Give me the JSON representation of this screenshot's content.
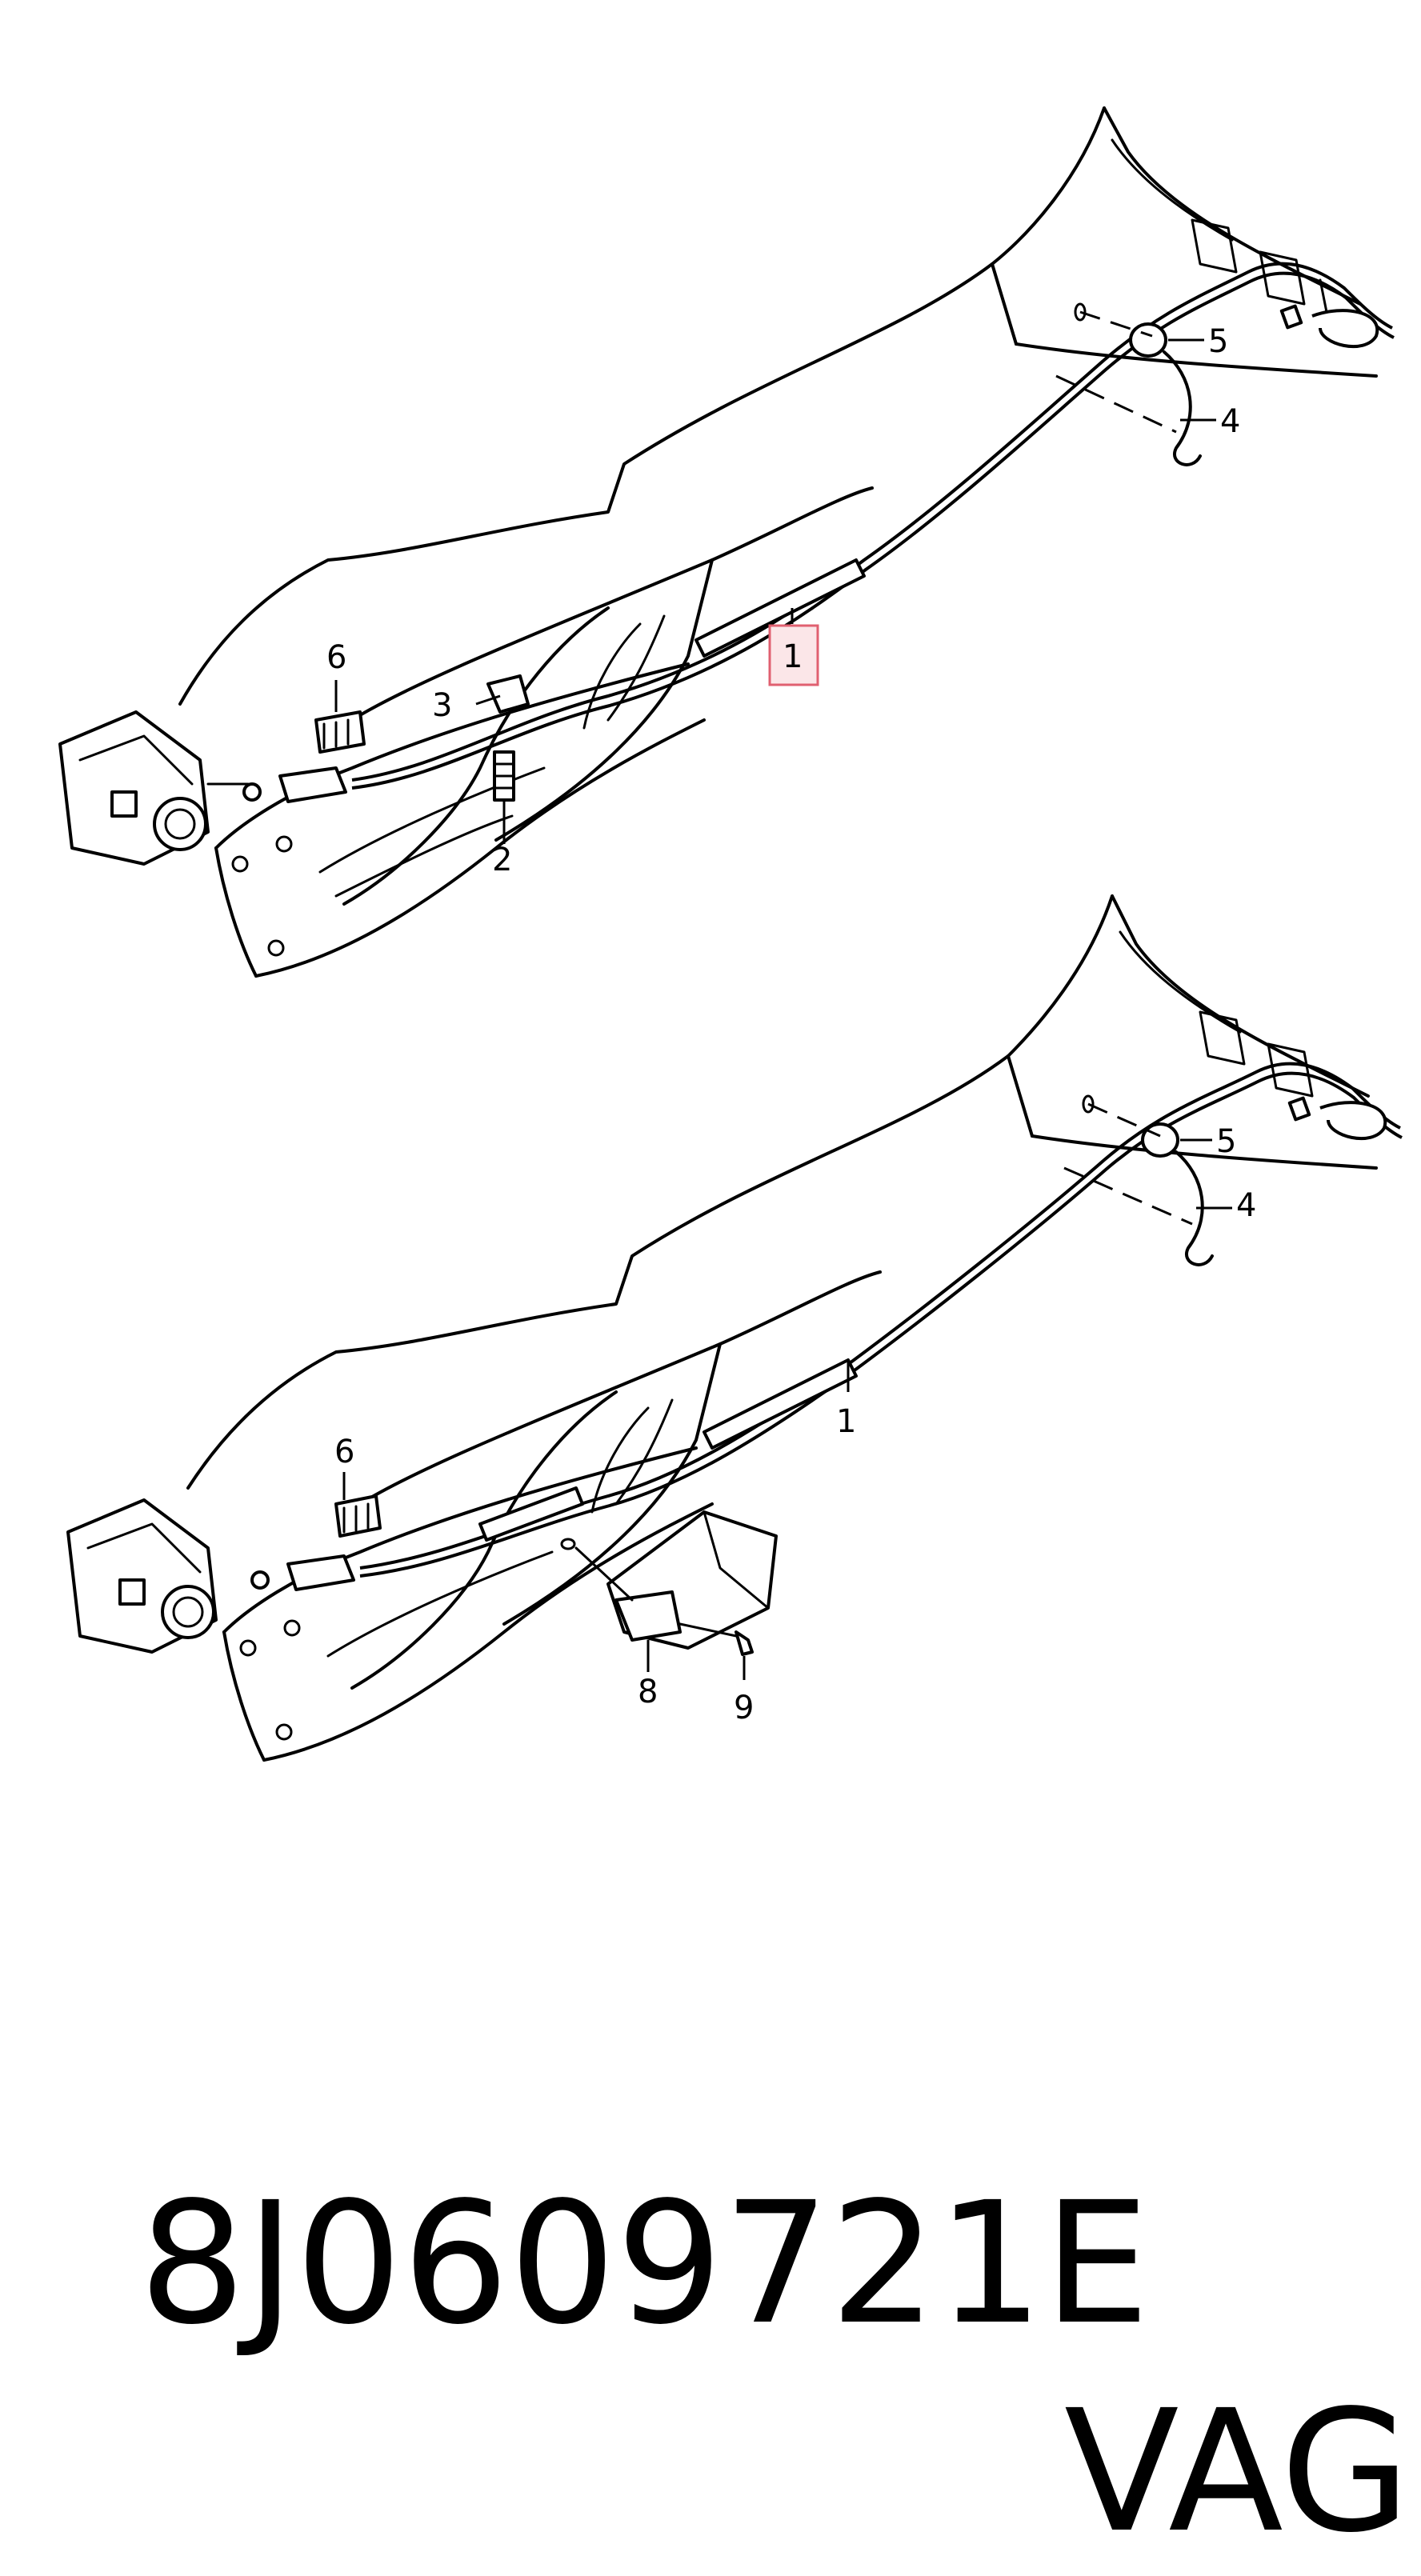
{
  "diagram_top": {
    "callouts": [
      "1",
      "2",
      "3",
      "4",
      "5",
      "6"
    ],
    "highlighted_callout": "1"
  },
  "diagram_bottom": {
    "callouts": [
      "1",
      "4",
      "5",
      "6",
      "8",
      "9"
    ]
  },
  "footer": {
    "part_number": "8J0609721E",
    "brand": "VAG"
  },
  "colors": {
    "highlight_fill": "#fbe6e8",
    "highlight_border": "#e06070",
    "line": "#000000"
  }
}
